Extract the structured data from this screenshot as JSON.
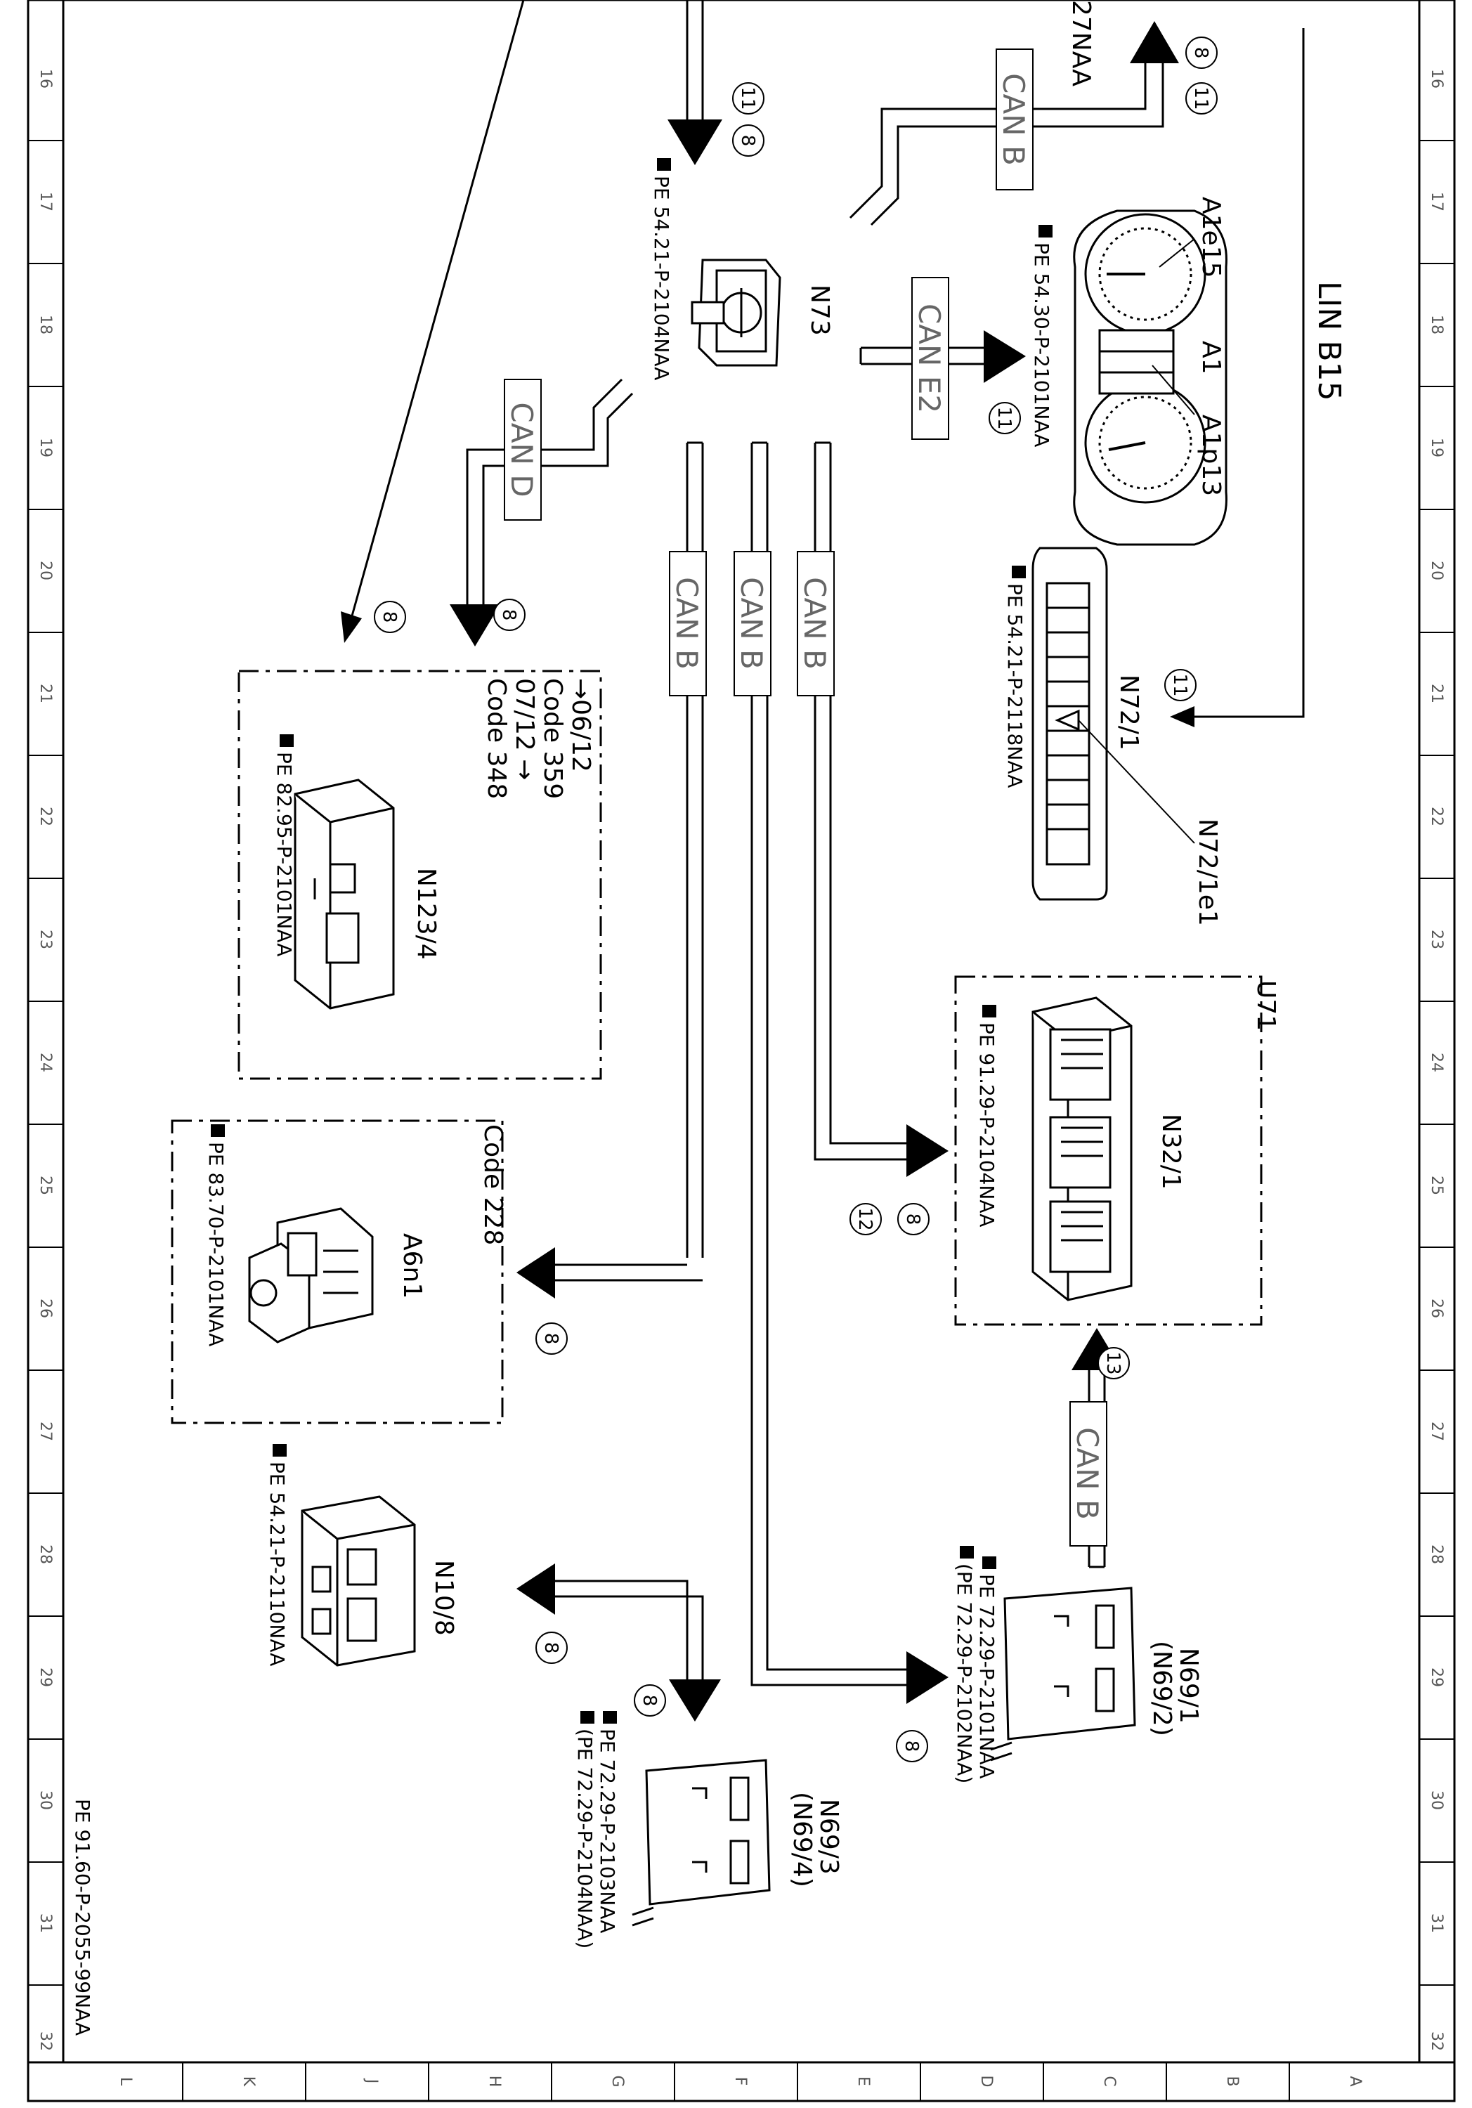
{
  "document": {
    "footer_code": "PE 91.60-P-2055-99NAA"
  },
  "frame": {
    "row_ticks": [
      "16",
      "17",
      "18",
      "19",
      "20",
      "21",
      "22",
      "23",
      "24",
      "25",
      "26",
      "27",
      "28",
      "29",
      "30",
      "31",
      "32"
    ],
    "column_ticks": [
      "L",
      "K",
      "J",
      "H",
      "G",
      "F",
      "E",
      "D",
      "C",
      "B",
      "A"
    ]
  },
  "components": {
    "N73": {
      "label": "N73",
      "ref": "PE 54.21-P-2104NAA"
    },
    "A1": {
      "label": "A1",
      "ref": "PE 54.30-P-2101NAA"
    },
    "A1e15": {
      "label": "A1e15"
    },
    "A1p13": {
      "label": "A1p13"
    },
    "N72_1": {
      "label": "N72/1",
      "ref": "PE 54.21-P-2118NAA"
    },
    "N72_1e1": {
      "label": "N72/1e1"
    },
    "N123_4": {
      "label": "N123/4",
      "ref": "PE 82.95-P-2101NAA"
    },
    "A6n1": {
      "label": "A6n1",
      "ref": "PE 83.70-P-2101NAA"
    },
    "U71": {
      "label": "U71"
    },
    "N32_1": {
      "label": "N32/1",
      "ref": "PE 91.29-P-2104NAA"
    },
    "N10_8": {
      "label": "N10/8",
      "ref": "PE 54.21-P-2110NAA"
    },
    "N69_1": {
      "label": "N69/1",
      "label_alt": "(N69/2)",
      "ref1": "PE 72.29-P-2101NAA",
      "ref2": "(PE 72.29-P-2102NAA)"
    },
    "N69_3": {
      "label": "N69/3",
      "label_alt": "(N69/4)",
      "ref1": "PE 72.29-P-2103NAA",
      "ref2": "(PE 72.29-P-2104NAA)"
    }
  },
  "code_notes": {
    "n123_line1": "→06/12",
    "n123_line2": "Code 359",
    "n123_line3": "07/12 →",
    "n123_line4": "Code 348",
    "a6n1": "Code 228"
  },
  "buses": {
    "can_b": "CAN B",
    "can_d": "CAN D",
    "can_e2": "CAN E2",
    "lin_b15": "LIN B15"
  },
  "circled_numbers": {
    "n8": "8",
    "n11": "11",
    "n12": "12",
    "n13": "13"
  },
  "partial_text": {
    "top_ref": "27NAA"
  }
}
